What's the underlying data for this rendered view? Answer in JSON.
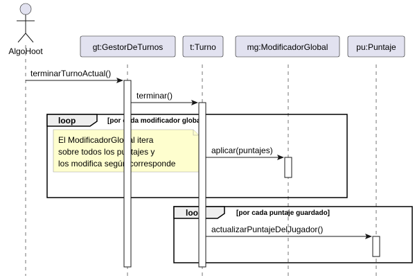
{
  "actor": {
    "name": "AlgoHoot"
  },
  "participants": [
    {
      "id": "gt",
      "label": "gt:GestorDeTurnos"
    },
    {
      "id": "t",
      "label": "t:Turno"
    },
    {
      "id": "mg",
      "label": "mg:ModificadorGlobal"
    },
    {
      "id": "pu",
      "label": "pu:Puntaje"
    }
  ],
  "messages": [
    {
      "label": "terminarTurnoActual()"
    },
    {
      "label": "terminar()"
    },
    {
      "label": "aplicar(puntajes)"
    },
    {
      "label": "actualizarPuntajeDelJugador()"
    }
  ],
  "loops": [
    {
      "keyword": "loop",
      "condition": "[por cada modificador global]"
    },
    {
      "keyword": "loop",
      "condition": "[por cada puntaje guardado]"
    }
  ],
  "note": {
    "lines": [
      "El ModificadorGlobal itera",
      "sobre todos los puntajes y",
      "los modifica según corresponde"
    ]
  },
  "colors": {
    "participant_fill": "#E2E2F0",
    "note_fill": "#FEFECE",
    "loop_tab_fill": "#EEEEEE",
    "line": "#181818"
  }
}
